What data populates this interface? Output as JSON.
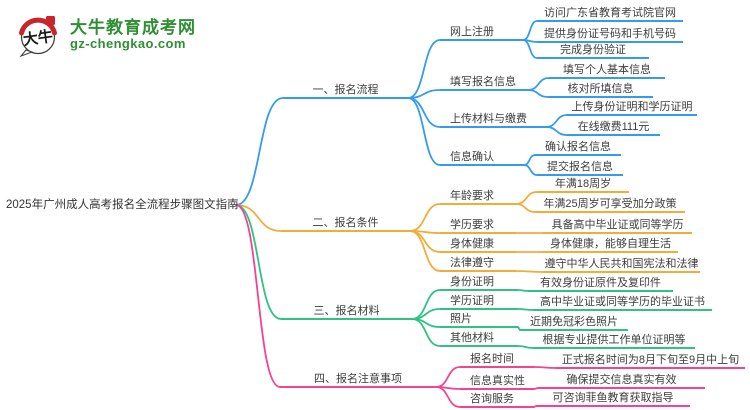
{
  "logo": {
    "brand": "大牛教育成考网",
    "domain": "gz-chengkao.com",
    "mark_text": "大牛",
    "colors": {
      "green": "#2f8f35",
      "red": "#c8252c"
    }
  },
  "central": {
    "title": "2025年广州成人高考报名全流程步骤图文指南"
  },
  "colors": {
    "text": "#3d3d3d",
    "background": "#ffffff"
  },
  "branches": [
    {
      "label": "一、报名流程",
      "color": "#349cee",
      "children": [
        {
          "label": "网上注册",
          "children": [
            {
              "label": "访问广东省教育考试院官网"
            },
            {
              "label": "提供身份证号码和手机号码"
            },
            {
              "label": "完成身份验证"
            }
          ]
        },
        {
          "label": "填写报名信息",
          "children": [
            {
              "label": "填写个人基本信息"
            },
            {
              "label": "核对所填信息"
            }
          ]
        },
        {
          "label": "上传材料与缴费",
          "children": [
            {
              "label": "上传身份证明和学历证明"
            },
            {
              "label": "在线缴费111元"
            }
          ]
        },
        {
          "label": "信息确认",
          "children": [
            {
              "label": "确认报名信息"
            },
            {
              "label": "提交报名信息"
            }
          ]
        }
      ]
    },
    {
      "label": "二、报名条件",
      "color": "#f2ac38",
      "children": [
        {
          "label": "年龄要求",
          "children": [
            {
              "label": "年满18周岁"
            },
            {
              "label": "年满25周岁可享受加分政策"
            }
          ]
        },
        {
          "label": "学历要求",
          "children": [
            {
              "label": "具备高中毕业证或同等学历"
            }
          ]
        },
        {
          "label": "身体健康",
          "children": [
            {
              "label": "身体健康，能够自理生活"
            }
          ]
        },
        {
          "label": "法律遵守",
          "children": [
            {
              "label": "遵守中华人民共和国宪法和法律"
            }
          ]
        }
      ]
    },
    {
      "label": "三、报名材料",
      "color": "#2fc284",
      "children": [
        {
          "label": "身份证明",
          "children": [
            {
              "label": "有效身份证原件及复印件"
            }
          ]
        },
        {
          "label": "学历证明",
          "children": [
            {
              "label": "高中毕业证或同等学历的毕业证书"
            }
          ]
        },
        {
          "label": "照片",
          "children": [
            {
              "label": "近期免冠彩色照片"
            }
          ]
        },
        {
          "label": "其他材料",
          "children": [
            {
              "label": "根据专业提供工作单位证明等"
            }
          ]
        }
      ]
    },
    {
      "label": "四、报名注意事项",
      "color": "#f54390",
      "children": [
        {
          "label": "报名时间",
          "children": [
            {
              "label": "正式报名时间为8月下旬至9月中上旬"
            }
          ]
        },
        {
          "label": "信息真实性",
          "children": [
            {
              "label": "确保提交信息真实有效"
            }
          ]
        },
        {
          "label": "咨询服务",
          "children": [
            {
              "label": "可咨询菲鱼教育获取指导"
            }
          ]
        }
      ]
    }
  ]
}
